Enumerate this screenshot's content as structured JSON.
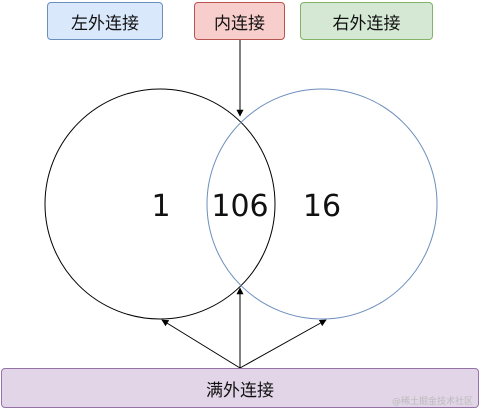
{
  "labels": {
    "left_join": "左外连接",
    "inner_join": "内连接",
    "right_join": "右外连接",
    "full_join": "满外连接"
  },
  "regions": {
    "left_only": "1",
    "intersection": "106",
    "right_only": "16"
  },
  "watermark": "@稀土掘金技术社区",
  "colors": {
    "left_fill": "#dae8fc",
    "inner_fill": "#f8cecc",
    "right_fill": "#d5e8d4",
    "full_fill": "#e1d5e7",
    "right_circle_stroke": "#6c8ebf",
    "left_circle_stroke": "#000000"
  }
}
